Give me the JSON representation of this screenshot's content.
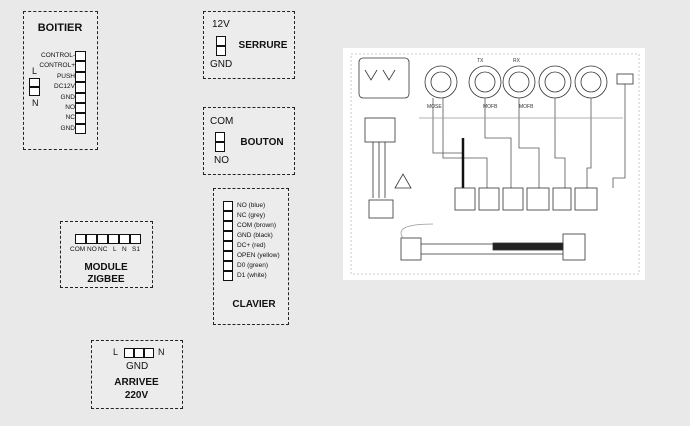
{
  "boitier": {
    "title": "BOITIER",
    "switch_top": "L",
    "switch_bottom": "N",
    "pins": [
      "CONTROL-",
      "CONTROL+",
      "PUSH",
      "DC12V",
      "GND",
      "NO",
      "NC",
      "GND"
    ]
  },
  "serrure": {
    "title": "SERRURE",
    "top": "12V",
    "bottom": "GND"
  },
  "bouton": {
    "title": "BOUTON",
    "top": "COM",
    "bottom": "NO"
  },
  "zigbee": {
    "title_line1": "MODULE",
    "title_line2": "ZIGBEE",
    "pins": [
      "COM",
      "NO",
      "NC",
      "L",
      "N",
      "S1"
    ]
  },
  "clavier": {
    "title": "CLAVIER",
    "pins": [
      "NO (blue)",
      "NC (grey)",
      "COM (brown)",
      "GND (black)",
      "DC+ (red)",
      "OPEN (yellow)",
      "D0 (green)",
      "D1 (white)"
    ]
  },
  "arrivee": {
    "title_line1": "ARRIVEE",
    "title_line2": "220V",
    "left": "L",
    "right": "N",
    "bottom": "GND"
  },
  "schematic": {
    "label_tx": "TX",
    "label_rx": "RX",
    "label_mose": "MOSE",
    "label_mofb1": "MOFB",
    "label_mofb2": "MOFB"
  }
}
